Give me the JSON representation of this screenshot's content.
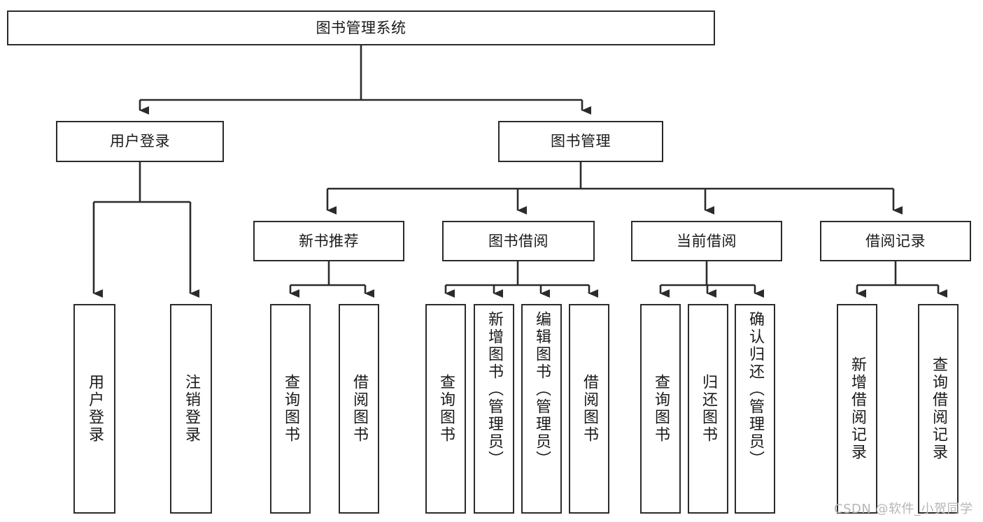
{
  "diagram": {
    "title": "图书管理系统",
    "type": "functional-structure-tree",
    "root": {
      "label": "图书管理系统"
    },
    "level2": [
      {
        "label": "用户登录"
      },
      {
        "label": "图书管理"
      }
    ],
    "level3": [
      {
        "label": "新书推荐"
      },
      {
        "label": "图书借阅"
      },
      {
        "label": "当前借阅"
      },
      {
        "label": "借阅记录"
      }
    ],
    "leaves": {
      "user_login": [
        {
          "label": "用户登录"
        },
        {
          "label": "注销登录"
        }
      ],
      "new_book": [
        {
          "label": "查询图书"
        },
        {
          "label": "借阅图书"
        }
      ],
      "book_borrow": [
        {
          "label": "查询图书"
        },
        {
          "label": "新增图书（管理员）"
        },
        {
          "label": "编辑图书（管理员）"
        },
        {
          "label": "借阅图书"
        }
      ],
      "current_borrow": [
        {
          "label": "查询图书"
        },
        {
          "label": "归还图书"
        },
        {
          "label": "确认归还（管理员）"
        }
      ],
      "borrow_record": [
        {
          "label": "新增借阅记录"
        },
        {
          "label": "查询借阅记录"
        }
      ]
    }
  },
  "watermark": {
    "text": "CSDN @软件_小贺同学"
  },
  "colors": {
    "stroke": "#2b2b2b",
    "background": "#ffffff",
    "text": "#1a1a1a",
    "watermark": "#b6b6b6"
  }
}
